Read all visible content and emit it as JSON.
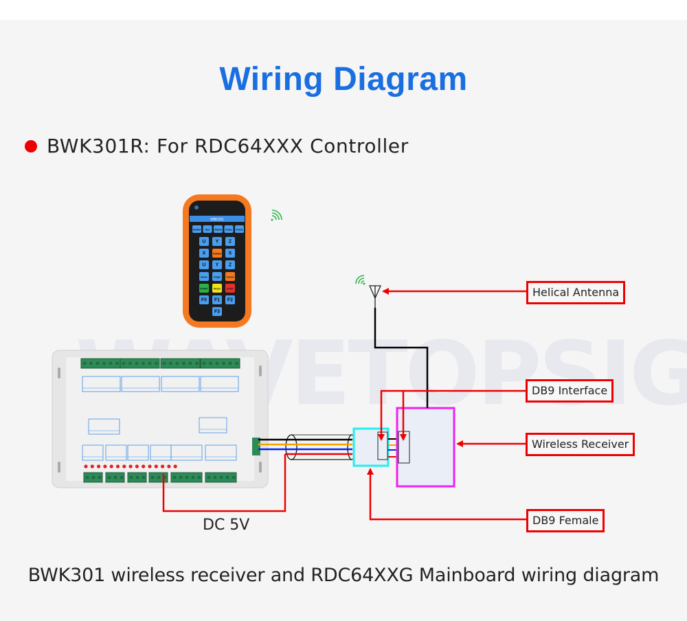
{
  "title": "Wiring Diagram",
  "subtitle": {
    "bullet_color": "#ee0000",
    "text": "BWK301R: For RDC64XXX Controller"
  },
  "watermark": "WAVETOPSIGN",
  "handheld": {
    "model_label": "WBK301",
    "keys": [
      "Shutter",
      "Aux",
      "Follow",
      "Pulse",
      "Frame",
      "U",
      "Y",
      "Z",
      "X",
      "Fst/Slw",
      "X",
      "U",
      "Y",
      "Z",
      "Home",
      "Origin",
      "Cancel",
      "START",
      "Reset",
      "STOP",
      "F0",
      "F1",
      "F2",
      "F3"
    ]
  },
  "callouts": {
    "helical_antenna": "Helical Antenna",
    "db9_interface": "DB9 Interface",
    "wireless_receiver": "Wireless Receiver",
    "db9_female": "DB9 Female"
  },
  "dc_label": "DC 5V",
  "caption": "BWK301 wireless receiver and RDC64XXG Mainboard wiring diagram",
  "colors": {
    "title": "#1a6fe0",
    "callout_border": "#ee0000",
    "db9_female_box": "#22eef0",
    "receiver_box": "#ee22ee",
    "wire_black": "#000000",
    "wire_orange": "#f5a300",
    "wire_blue": "#0022ee",
    "wire_red": "#ee0000",
    "signal_green": "#2db34a",
    "handheld_orange": "#f47920"
  }
}
